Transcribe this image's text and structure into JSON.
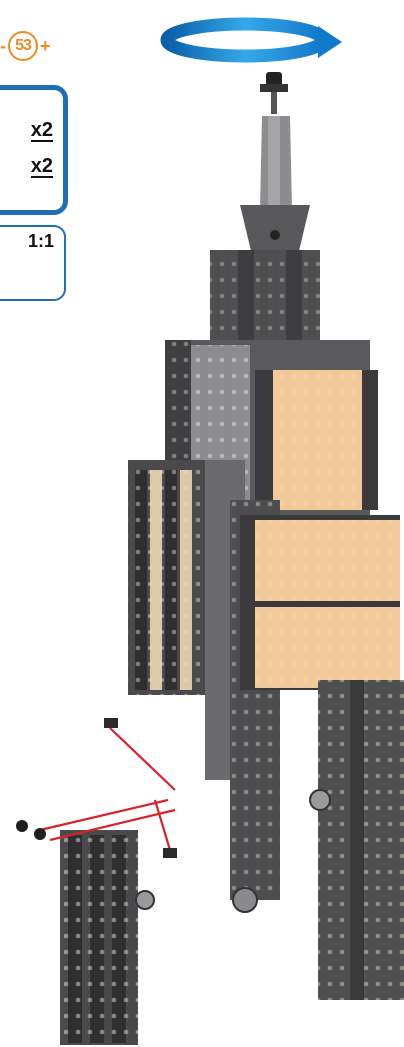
{
  "step": {
    "prefix": "-",
    "number": "53",
    "suffix": "+"
  },
  "parts": [
    {
      "qty": "x2"
    },
    {
      "qty": "x2"
    }
  ],
  "scale": "1:1",
  "colors": {
    "accent": "#f08a24",
    "frame": "#1f6fb8",
    "plate": "#f4c99a",
    "metal": "#5a5a5c",
    "guide": "#d8232a"
  },
  "icons": {
    "rotate": "rotate-arrow-icon"
  }
}
